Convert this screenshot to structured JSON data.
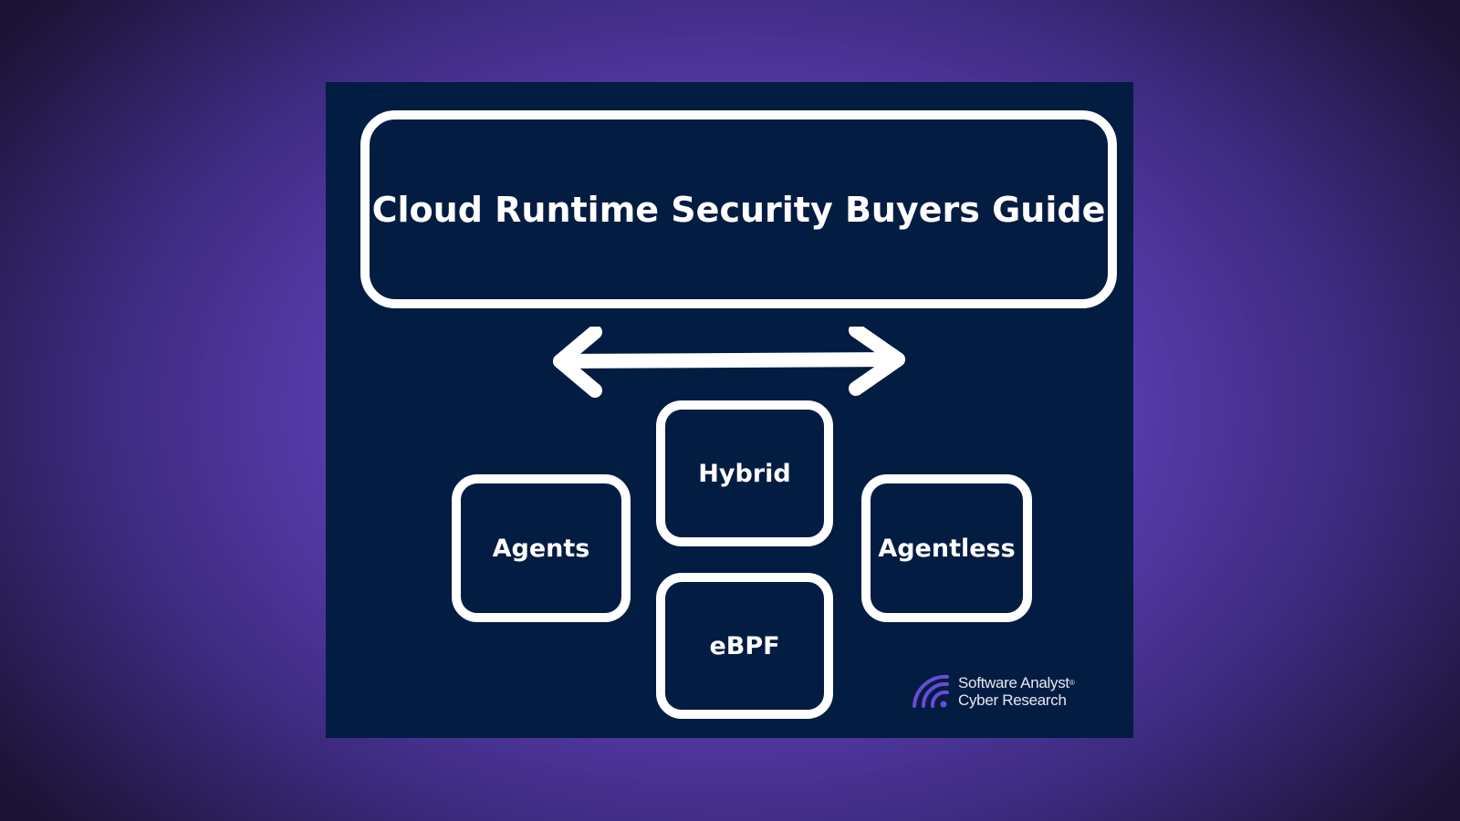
{
  "title": "Cloud Runtime Security Buyers Guide",
  "options": {
    "hybrid": "Hybrid",
    "agents": "Agents",
    "agentless": "Agentless",
    "ebpf": "eBPF"
  },
  "logo": {
    "line1": "Software Analyst",
    "registered": "®",
    "line2": "Cyber Research"
  },
  "colors": {
    "panel": "#031c42",
    "accent": "#6b4ad6",
    "stroke": "#ffffff"
  }
}
